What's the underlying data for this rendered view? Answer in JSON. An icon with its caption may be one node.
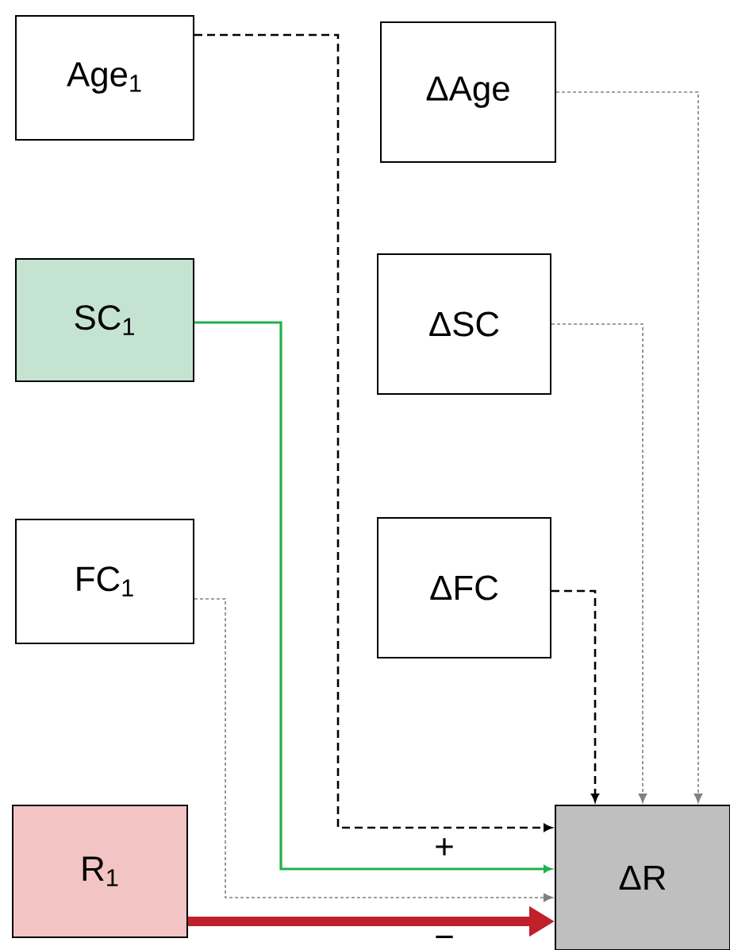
{
  "diagram": {
    "nodes": [
      {
        "text": [
          "Age$_{1}$"
        ]
      },
      {
        "text": [
          "ΔAge"
        ]
      },
      {
        "text": [
          "SC$_{1}$"
        ]
      },
      {
        "text": [
          "ΔSC"
        ]
      },
      {
        "text": [
          "FC$_{1}$"
        ]
      },
      {
        "text": [
          "ΔFC"
        ]
      },
      {
        "text": [
          "R$_{1}$"
        ]
      },
      {
        "text": [
          "ΔR"
        ]
      }
    ],
    "edges": [
      {
        "from": 0,
        "to": 7,
        "arrow": "to",
        "style": "dashed",
        "color": "#000000"
      },
      {
        "from": 2,
        "to": 7,
        "arrow": "to",
        "color": "#22b14c",
        "label": "+"
      },
      {
        "from": 4,
        "to": 7,
        "arrow": "to",
        "style": "dashed",
        "color": "#808080"
      },
      {
        "from": 6,
        "to": 7,
        "arrow": "to",
        "style": "thick",
        "color": "#c0202a",
        "label": "−"
      },
      {
        "from": 1,
        "to": 7,
        "arrow": "to",
        "style": "dashed",
        "color": "#808080"
      },
      {
        "from": 3,
        "to": 7,
        "arrow": "to",
        "style": "dashed",
        "color": "#808080"
      },
      {
        "from": 5,
        "to": 7,
        "arrow": "to",
        "style": "dashed",
        "color": "#000000"
      }
    ]
  }
}
